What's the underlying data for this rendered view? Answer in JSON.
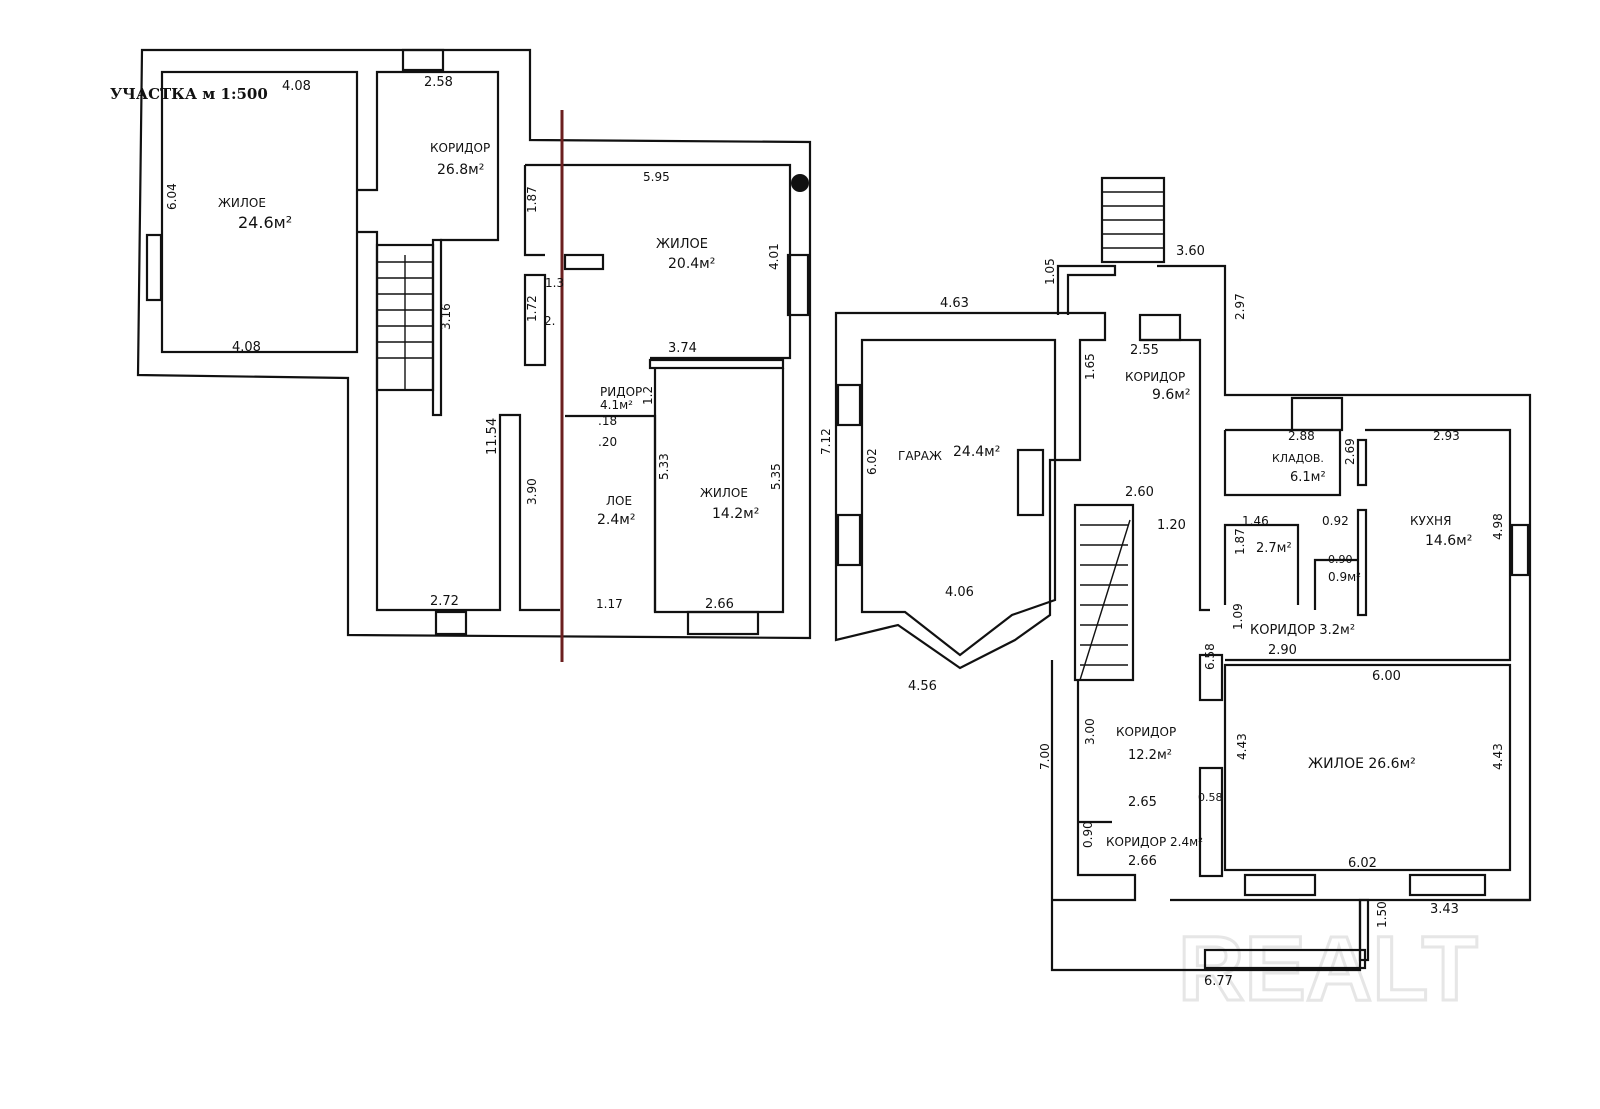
{
  "title": "УЧАСТКА м 1:500",
  "watermark": "REALT",
  "colors": {
    "ink": "#111111",
    "cut_line": "#6b1f1f",
    "watermark": "#e6e6e6"
  },
  "left_plan": {
    "labels": [
      "4.08",
      "2.58",
      "КОРИДОР",
      "26.8м²",
      "ЖИЛОЕ",
      "24.6м²",
      "6.04",
      "4.08",
      "1.87",
      "5.95",
      "ЖИЛОЕ",
      "20.4м²",
      "4.01",
      "1.3",
      "1.72",
      "2.",
      "3.16",
      "3.74",
      "РИДОР",
      "4.1м²",
      "1.2",
      ".18",
      ".20",
      "11.54",
      "3.90",
      "ЛОЕ",
      "2.4м²",
      "5.33",
      "ЖИЛОЕ",
      "14.2м²",
      "5.35",
      "2.72",
      "1.17",
      "2.66"
    ]
  },
  "right_plan": {
    "labels": [
      "3.60",
      "1.05",
      "4.63",
      "2.97",
      "2.55",
      "КОРИДОР",
      "9.6м²",
      "1.65",
      "2.88",
      "2.93",
      "КЛАДОВ.",
      "6.1м²",
      "2.69",
      "ГАРАЖ",
      "24.4м²",
      "7.12",
      "6.02",
      "2.60",
      "1.20",
      "1.46",
      "0.92",
      "КУХНЯ",
      "14.6м²",
      "4.98",
      "1.87",
      "2.7м²",
      "0.90",
      "0.9м²",
      "4.06",
      "1.09",
      "КОРИДОР 3.2м²",
      "2.90",
      "4.56",
      "6.58",
      "6.00",
      "КОРИДОР",
      "12.2м²",
      "3.00",
      "4.43",
      "ЖИЛОЕ 26.6м²",
      "4.43",
      "7.00",
      "2.65",
      "0.58",
      "КОРИДОР 2.4м²",
      "0.90",
      "2.66",
      "6.02",
      "3.43",
      "1.50",
      "6.77"
    ]
  }
}
